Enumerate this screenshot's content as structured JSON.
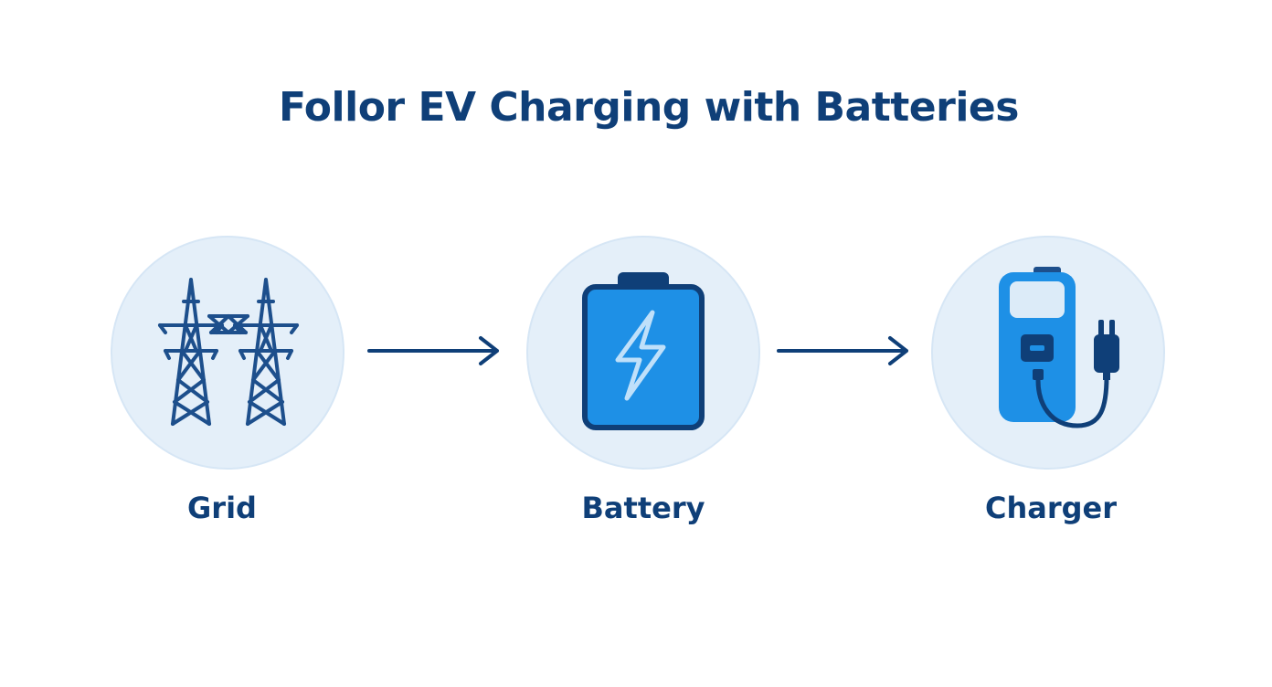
{
  "title": "Follor EV Charging with Batteries",
  "colors": {
    "primary_dark": "#0f3f78",
    "accent_blue": "#1e90e6",
    "circle_bg": "#e4eff9"
  },
  "nodes": [
    {
      "label": "Grid",
      "icon": "power-tower-icon"
    },
    {
      "label": "Battery",
      "icon": "battery-icon"
    },
    {
      "label": "Charger",
      "icon": "charging-station-icon"
    }
  ],
  "connectors": [
    {
      "from": "Grid",
      "to": "Battery",
      "icon": "arrow-right-icon"
    },
    {
      "from": "Battery",
      "to": "Charger",
      "icon": "arrow-right-icon"
    }
  ]
}
